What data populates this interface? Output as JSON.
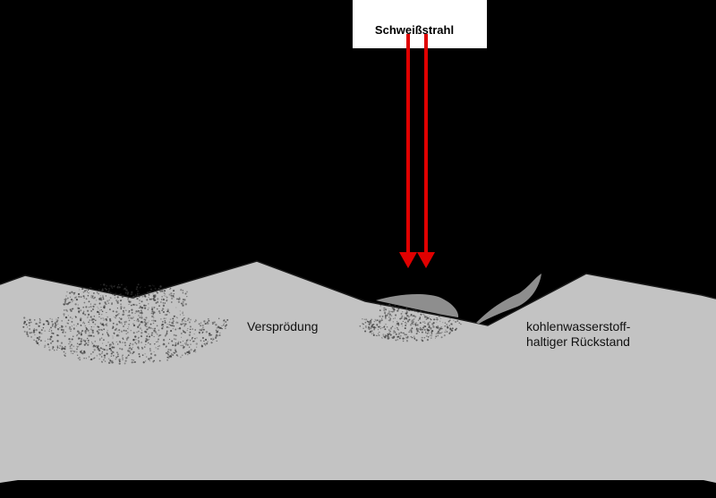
{
  "labels": {
    "beam": "Schweißstrahl",
    "embrittlement": "Versprödung",
    "residue_line1": "kohlenwasserstoff-",
    "residue_line2": "haltiger Rückstand"
  },
  "colors": {
    "background": "#000000",
    "surface": "#c3c3c3",
    "beam": "#e00000",
    "residue": "#8e8e8e",
    "speckle": "#3a3a3a",
    "label_box": "#ffffff"
  }
}
